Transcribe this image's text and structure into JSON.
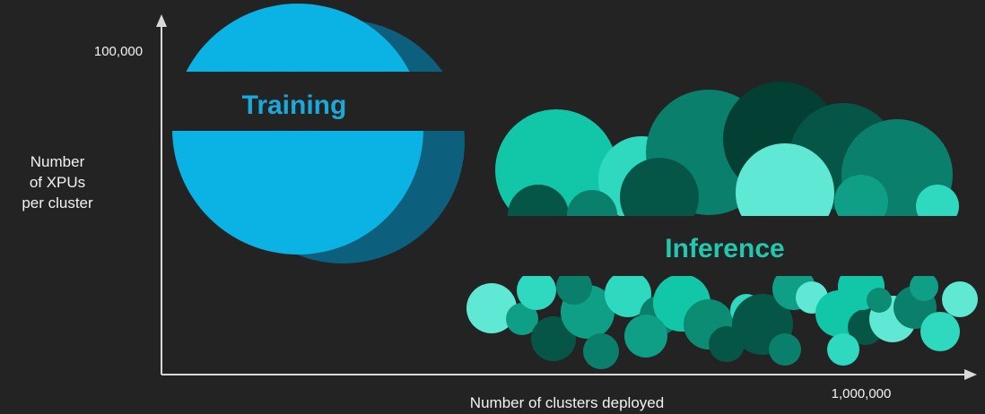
{
  "labels": {
    "y_max": "100,000",
    "x_max": "1,000,000",
    "y_axis": [
      "Number",
      "of XPUs",
      "per cluster"
    ],
    "x_axis": "Number of clusters deployed",
    "training": "Training",
    "inference": "Inference"
  },
  "colors": {
    "background": "#232323",
    "axis": "#d9d9d9",
    "axis_text": "#f2f2f2",
    "training_front": "#0ab3e3",
    "training_shadow": "#0d5f7e",
    "training_label": "#1aa9d9",
    "inference_label": "#22c7b0",
    "band": "#232323",
    "inference_palette": [
      "#12c7a8",
      "#0f9f87",
      "#0a7f6b",
      "#065647",
      "#043f34",
      "#5fe8d3",
      "#2fd9bf",
      "#0d8c74"
    ]
  }
}
